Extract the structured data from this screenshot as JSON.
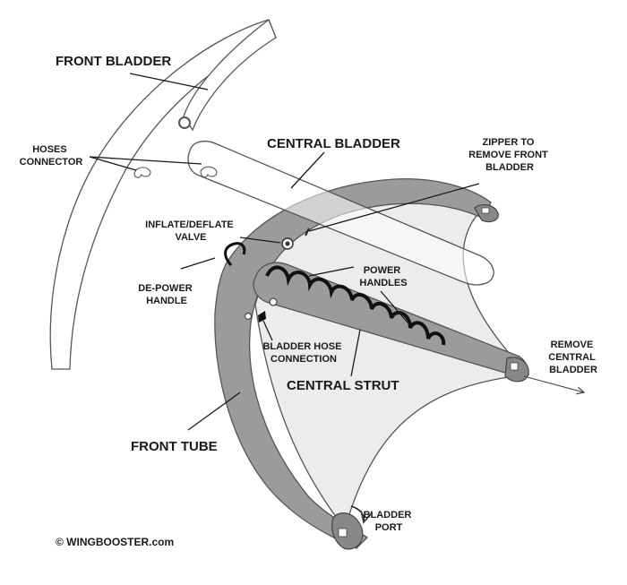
{
  "labels": {
    "front_bladder": "FRONT BLADDER",
    "central_bladder": "CENTRAL BLADDER",
    "hoses_connector": [
      "HOSES",
      "CONNECTOR"
    ],
    "zipper": [
      "ZIPPER TO",
      "REMOVE FRONT",
      "BLADDER"
    ],
    "inflate_valve": [
      "INFLATE/DEFLATE",
      "VALVE"
    ],
    "de_power_handle": [
      "DE-POWER",
      "HANDLE"
    ],
    "power_handles": [
      "POWER",
      "HANDLES"
    ],
    "bladder_hose_connection": [
      "BLADDER HOSE",
      "CONNECTION"
    ],
    "central_strut": "CENTRAL STRUT",
    "remove_central_bladder": [
      "REMOVE",
      "CENTRAL",
      "BLADDER"
    ],
    "front_tube": "FRONT TUBE",
    "bladder_port": [
      "BLADDER",
      "PORT"
    ]
  },
  "copyright": "© WINGBOOSTER.com",
  "colors": {
    "tube_fill": "#9b9b9b",
    "canopy_fill": "#ececec",
    "outline": "#444444",
    "text": "#1a1a1a"
  }
}
